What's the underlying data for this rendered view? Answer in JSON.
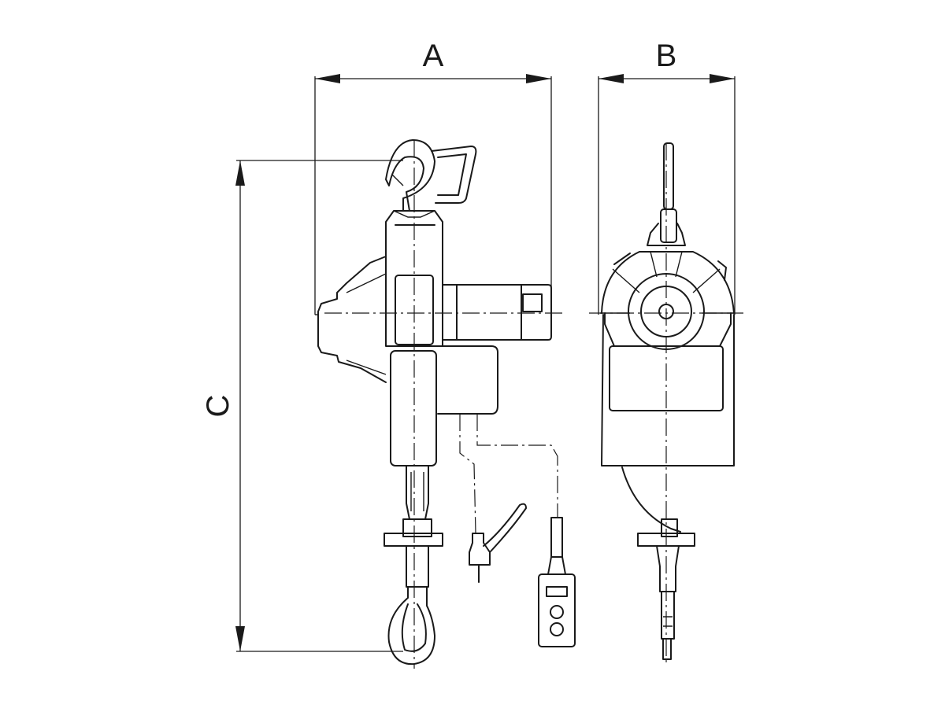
{
  "dimensions": {
    "width_label": "A",
    "depth_label": "B",
    "height_label": "C"
  },
  "colors": {
    "line": "#1a1a1a",
    "background": "#ffffff"
  }
}
